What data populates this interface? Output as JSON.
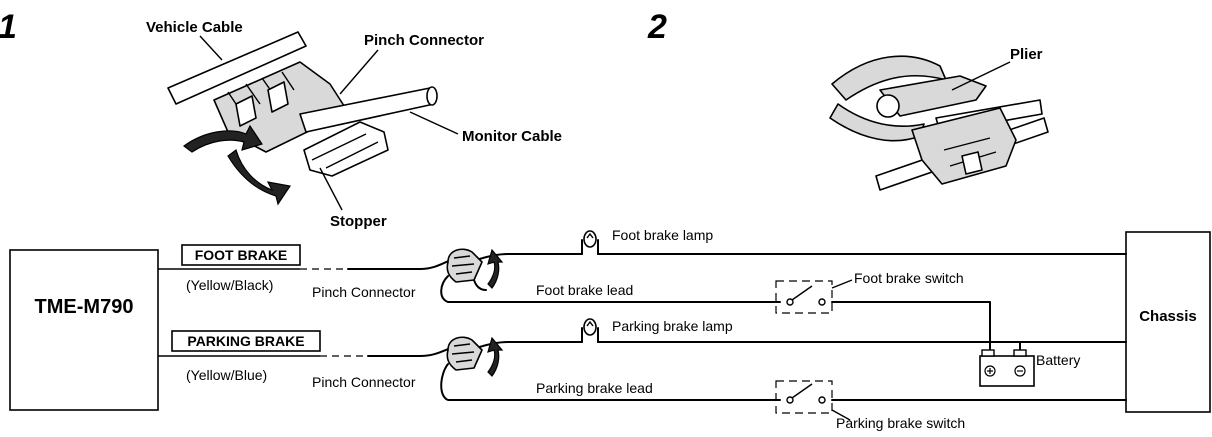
{
  "step1": {
    "number": "1",
    "vehicle_cable": "Vehicle Cable",
    "pinch_connector": "Pinch Connector",
    "monitor_cable": "Monitor Cable",
    "stopper": "Stopper"
  },
  "step2": {
    "number": "2",
    "plier": "Plier"
  },
  "wiring": {
    "unit_label": "TME-M790",
    "chassis_label": "Chassis",
    "foot_brake_tag": "FOOT BRAKE",
    "foot_brake_color": "(Yellow/Black)",
    "parking_brake_tag": "PARKING BRAKE",
    "parking_brake_color": "(Yellow/Blue)",
    "pinch_connector_1": "Pinch Connector",
    "pinch_connector_2": "Pinch Connector",
    "foot_brake_lamp": "Foot brake lamp",
    "foot_brake_lead": "Foot brake lead",
    "foot_brake_switch": "Foot brake switch",
    "parking_brake_lamp": "Parking brake lamp",
    "parking_brake_lead": "Parking brake lead",
    "parking_brake_switch": "Parking brake switch",
    "battery": "Battery"
  }
}
